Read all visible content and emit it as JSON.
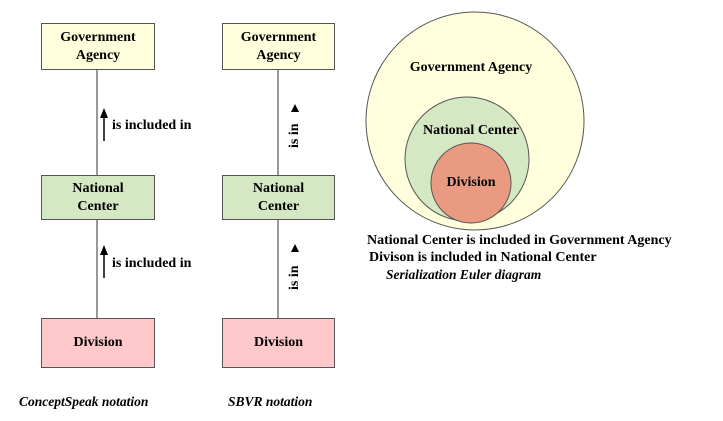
{
  "conceptspeak": {
    "top_box": "Government Agency",
    "middle_box": "National Center",
    "bottom_box": "Division",
    "relation_upper": "is included in",
    "relation_lower": "is included in",
    "caption": "ConceptSpeak notation"
  },
  "sbvr": {
    "top_box": "Government Agency",
    "middle_box": "National Center",
    "bottom_box": "Division",
    "relation_upper": "is in",
    "relation_lower": "is in",
    "caption": "SBVR notation"
  },
  "euler": {
    "outer_label": "Government Agency",
    "middle_label": "National Center",
    "inner_label": "Division",
    "sentence_1": "National Center is included in Government Agency",
    "sentence_2": "Divison is included in National Center",
    "caption": "Serialization Euler diagram",
    "colors": {
      "outer": "#ffffdd",
      "middle": "#d5e8c4",
      "inner": "#e99a80",
      "stroke": "#555555"
    }
  },
  "colors": {
    "yellow_box": "#ffffdd",
    "green_box": "#d5e8c4",
    "pink_box": "#ffc9cc"
  }
}
